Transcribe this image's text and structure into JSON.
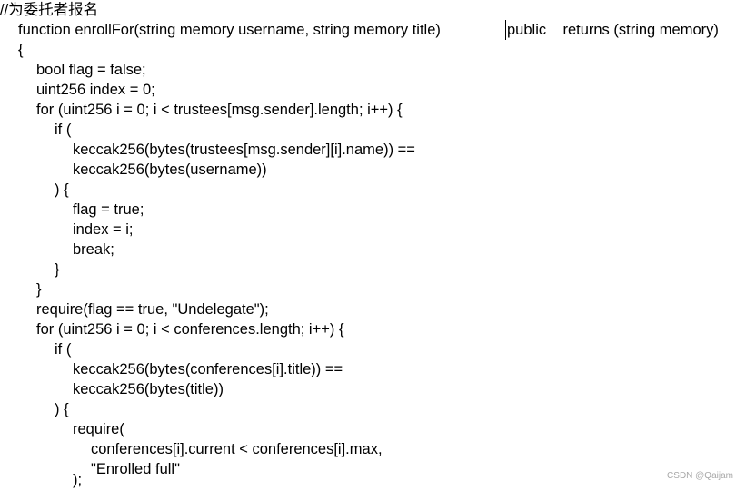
{
  "code": {
    "comment": "//为委托者报名",
    "sig_left": "function enrollFor(string memory username, string memory title)",
    "sig_right": "public    returns (string memory)",
    "open_brace": "{",
    "l1": "bool flag = false;",
    "l2": "uint256 index = 0;",
    "l3": "for (uint256 i = 0; i < trustees[msg.sender].length; i++) {",
    "l4": "if (",
    "l5": "keccak256(bytes(trustees[msg.sender][i].name)) ==",
    "l6": "keccak256(bytes(username))",
    "l7": ") {",
    "l8": "flag = true;",
    "l9": "index = i;",
    "l10": "break;",
    "l11": "}",
    "l12": "}",
    "l13": "require(flag == true, \"Undelegate\");",
    "l14": "for (uint256 i = 0; i < conferences.length; i++) {",
    "l15": "if (",
    "l16": "keccak256(bytes(conferences[i].title)) ==",
    "l17": "keccak256(bytes(title))",
    "l18": ") {",
    "l19": "require(",
    "l20": "conferences[i].current < conferences[i].max,",
    "l21": "\"Enrolled full\"",
    "l22": ");"
  },
  "watermark": "CSDN @Qaijam"
}
